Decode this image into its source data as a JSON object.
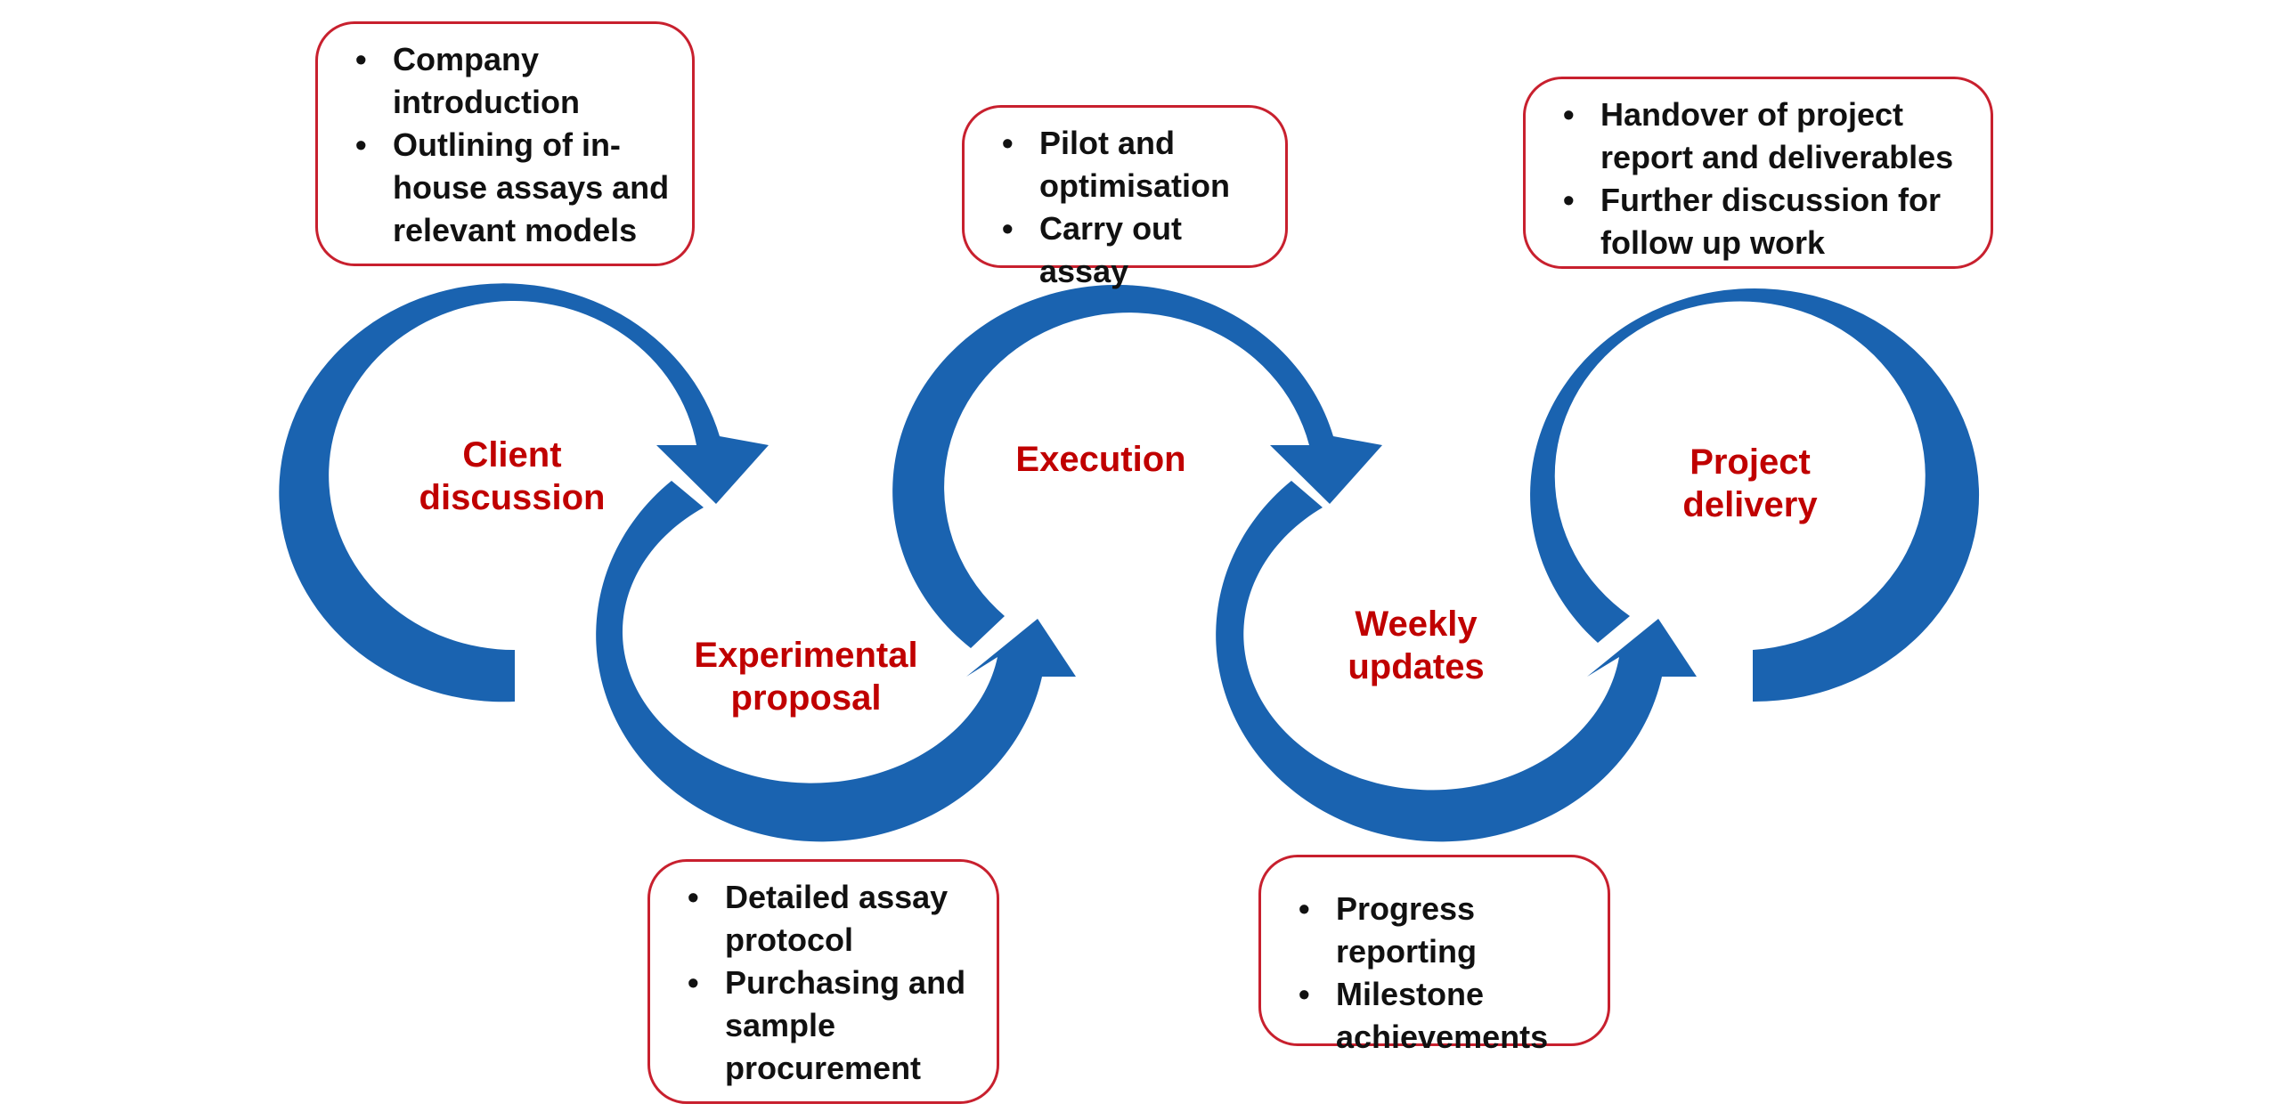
{
  "colors": {
    "arrow": "#1a63b0",
    "stage_text": "#c00000",
    "box_border": "#c8202e",
    "bullet_text": "#111111"
  },
  "stages": [
    {
      "id": "client-discussion",
      "label": "Client\ndiscussion",
      "bullets": [
        "Company introduction",
        "Outlining of in-house assays and relevant models"
      ]
    },
    {
      "id": "experimental-proposal",
      "label": "Experimental\nproposal",
      "bullets": [
        "Detailed assay protocol",
        "Purchasing and sample procurement"
      ]
    },
    {
      "id": "execution",
      "label": "Execution",
      "bullets": [
        "Pilot and optimisation",
        "Carry out assay"
      ]
    },
    {
      "id": "weekly-updates",
      "label": "Weekly\nupdates",
      "bullets": [
        "Progress reporting",
        "Milestone achievements"
      ]
    },
    {
      "id": "project-delivery",
      "label": "Project\ndelivery",
      "bullets": [
        "Handover of project report and deliverables",
        "Further discussion for follow up work"
      ]
    }
  ]
}
